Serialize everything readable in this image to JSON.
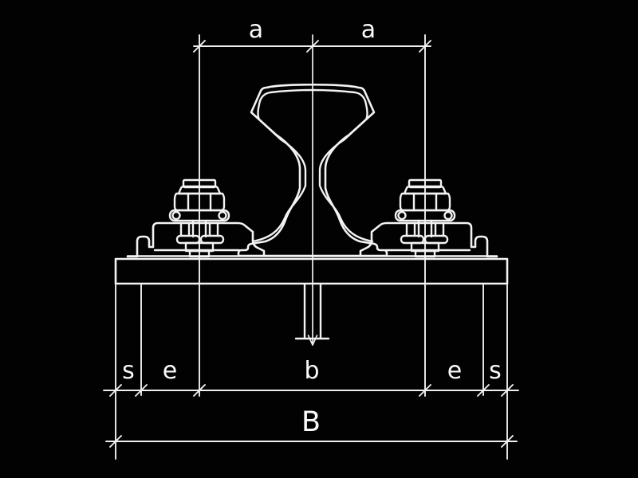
{
  "colors": {
    "background": "#000000",
    "line": "#f3f3f3",
    "text": "#fafafa"
  },
  "dimensions": {
    "top": {
      "left_label": "a",
      "right_label": "a"
    },
    "middle": {
      "s_left": "s",
      "e_left": "e",
      "b": "b",
      "e_right": "e",
      "s_right": "s"
    },
    "overall": {
      "label": "B"
    }
  }
}
